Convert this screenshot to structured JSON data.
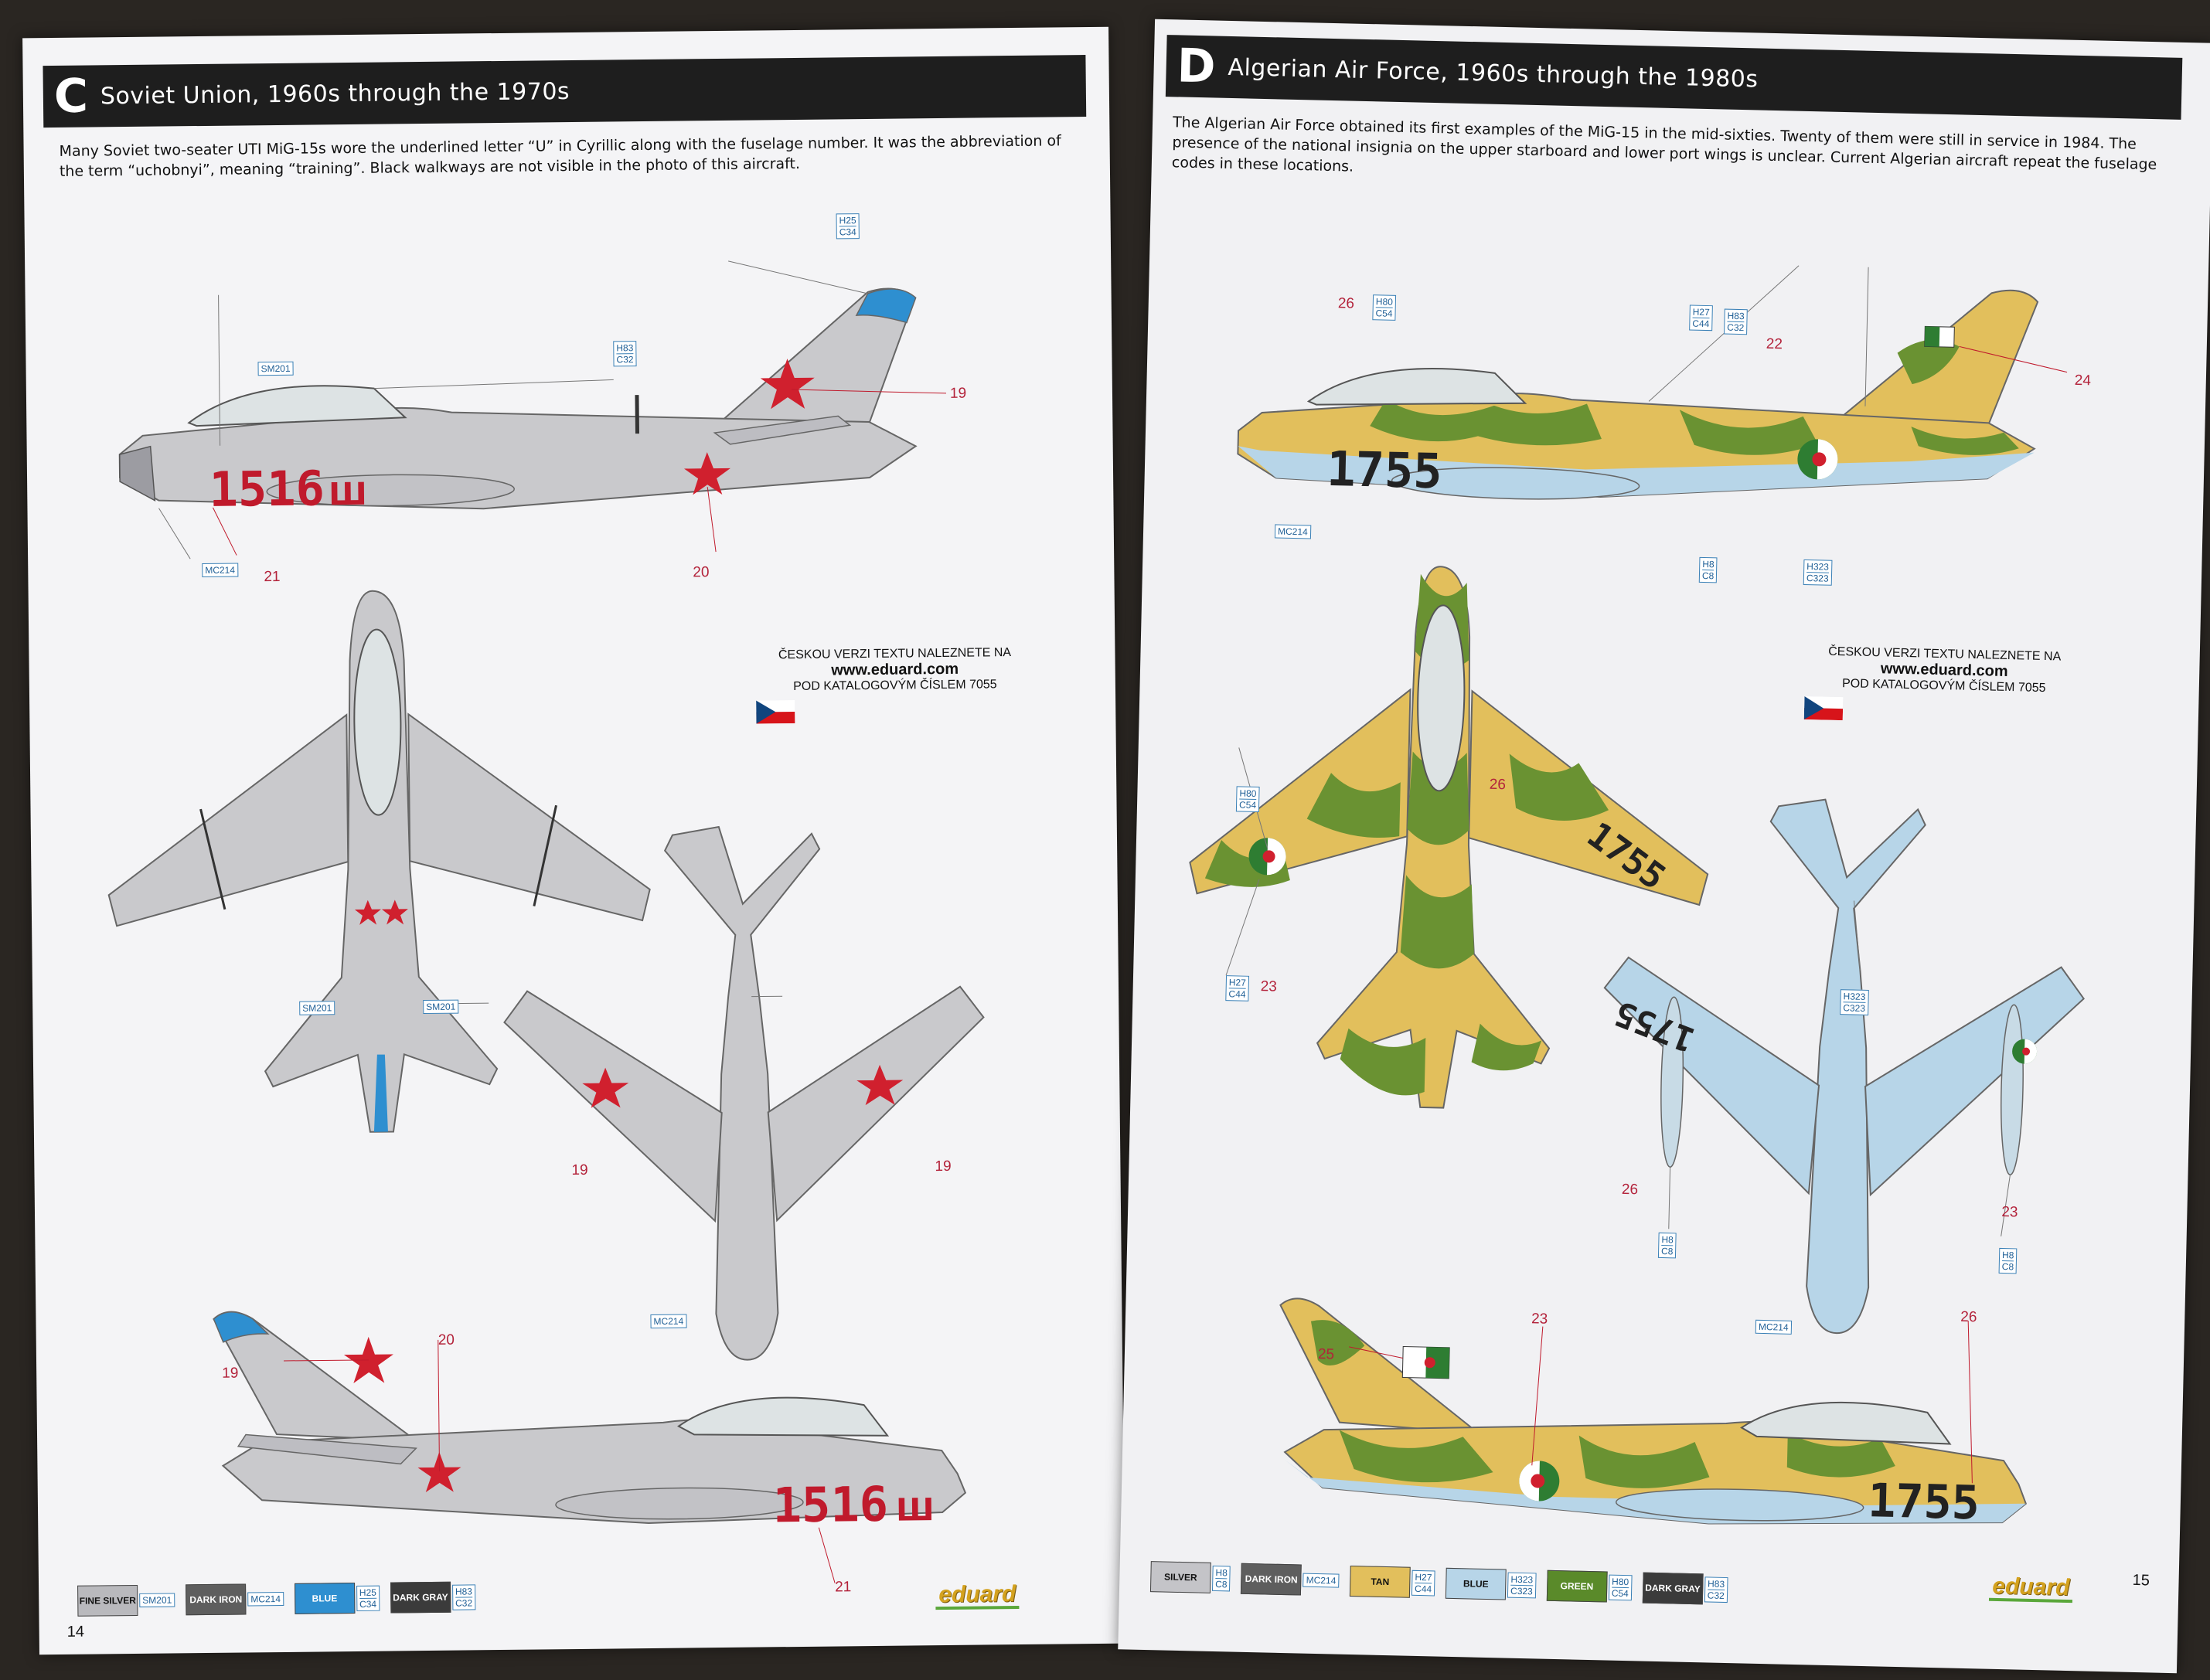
{
  "left_page": {
    "letter": "C",
    "title": "Soviet Union, 1960s through the 1970s",
    "intro": "Many Soviet two-seater UTI MiG-15s wore the underlined letter “U” in Cyrillic along with the fuselage number. It was the abbreviation of the term “uchobnyi”, meaning “training”. Black walkways are not visible in the photo of this aircraft.",
    "fuselage_code": "1516",
    "code_suffix": "Ш",
    "callouts": {
      "c19a": "19",
      "c20a": "20",
      "c21a": "21",
      "c19b": "19",
      "c19c": "19",
      "c19d": "19",
      "c20b": "20",
      "c21b": "21"
    },
    "chips": {
      "tip": [
        "H25",
        "C34"
      ],
      "canopy": [
        "H83",
        "C32"
      ],
      "sm201a": [
        "SM201"
      ],
      "mc214a": [
        "MC214"
      ],
      "sm201b": [
        "SM201"
      ],
      "sm201c": [
        "SM201"
      ],
      "mc214b": [
        "MC214"
      ]
    },
    "czech": {
      "line1": "ČESKOU VERZI TEXTU NALEZNETE NA",
      "line2": "www.eduard.com",
      "line3": "POD KATALOGOVÝM ČÍSLEM 7055"
    },
    "legend": [
      {
        "name": "FINE SILVER",
        "codes": [
          "SM201"
        ],
        "color": "#b9b9bd"
      },
      {
        "name": "DARK IRON",
        "codes": [
          "MC214"
        ],
        "color": "#5e5e5e"
      },
      {
        "name": "BLUE",
        "codes": [
          "H25",
          "C34"
        ],
        "color": "#2e8fd0"
      },
      {
        "name": "DARK GRAY",
        "codes": [
          "H83",
          "C32"
        ],
        "color": "#3b3b3b"
      }
    ],
    "page_number": "14",
    "logo": "eduard"
  },
  "right_page": {
    "letter": "D",
    "title": "Algerian Air Force, 1960s through the 1980s",
    "intro": "The Algerian Air Force obtained its first examples of the MiG-15 in the mid-sixties. Twenty of them were still in service in 1984. The presence of the national insignia on the upper starboard and lower port wings is unclear. Current Algerian aircraft repeat the fuselage codes in these locations.",
    "fuselage_code": "1755",
    "under_code": "1755",
    "callouts": {
      "c26a": "26",
      "c22": "22",
      "c24": "24",
      "c26b": "26",
      "c23a": "23",
      "c26c": "26",
      "c23b": "23",
      "c25": "25",
      "c23c": "23",
      "c26d": "26"
    },
    "chips": {
      "h80a": [
        "H80",
        "C54"
      ],
      "h27a": [
        "H27",
        "C44"
      ],
      "h83a": [
        "H83",
        "C32"
      ],
      "mc214a": [
        "MC214"
      ],
      "h8a": [
        "H8",
        "C8"
      ],
      "h323a": [
        "H323",
        "C323"
      ],
      "h80b": [
        "H80",
        "C54"
      ],
      "h27b": [
        "H27",
        "C44"
      ],
      "h323b": [
        "H323",
        "C323"
      ],
      "h8b": [
        "H8",
        "C8"
      ],
      "h8c": [
        "H8",
        "C8"
      ],
      "mc214b": [
        "MC214"
      ]
    },
    "czech": {
      "line1": "ČESKOU VERZI TEXTU NALEZNETE NA",
      "line2": "www.eduard.com",
      "line3": "POD KATALOGOVÝM ČÍSLEM 7055"
    },
    "legend": [
      {
        "name": "SILVER",
        "codes": [
          "H8",
          "C8"
        ],
        "color": "#c4c4c8"
      },
      {
        "name": "DARK IRON",
        "codes": [
          "MC214"
        ],
        "color": "#5e5e5e"
      },
      {
        "name": "TAN",
        "codes": [
          "H27",
          "C44"
        ],
        "color": "#e2bf5c"
      },
      {
        "name": "BLUE",
        "codes": [
          "H323",
          "C323"
        ],
        "color": "#b7d5e8"
      },
      {
        "name": "GREEN",
        "codes": [
          "H80",
          "C54"
        ],
        "color": "#5a8a2a"
      },
      {
        "name": "DARK GRAY",
        "codes": [
          "H83",
          "C32"
        ],
        "color": "#3b3b3b"
      }
    ],
    "page_number": "15",
    "logo": "eduard"
  },
  "colors": {
    "soviet_silver": "#c9c9cc",
    "soviet_blue": "#2e8fd0",
    "star_red": "#d0202e",
    "alg_tan": "#e2bf5c",
    "alg_green": "#6a9232",
    "alg_blue": "#b7d5e8"
  }
}
